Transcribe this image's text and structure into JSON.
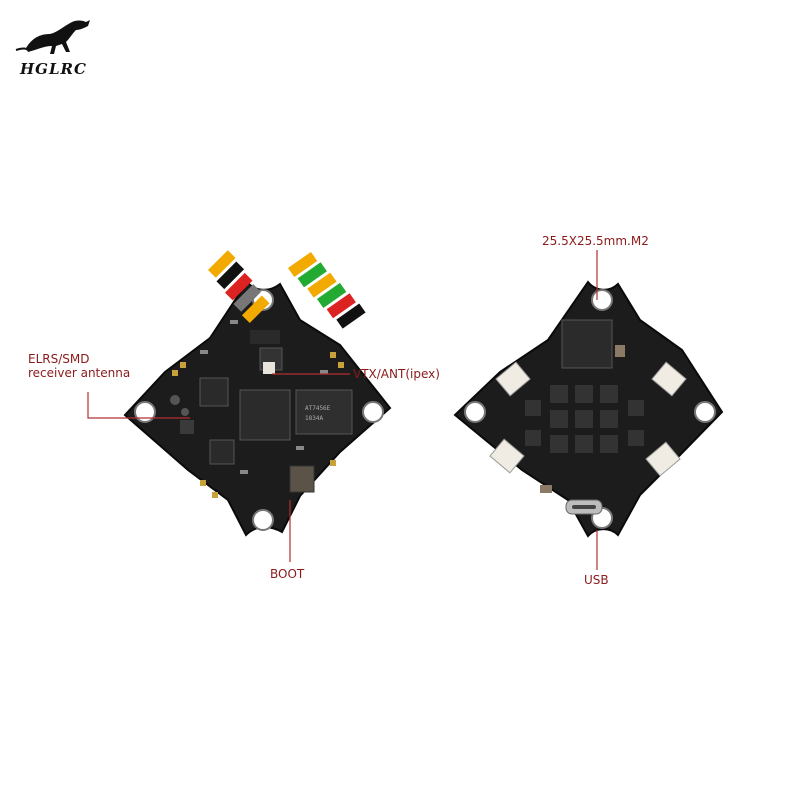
{
  "brand": {
    "logo_text": "HGLRC"
  },
  "callouts": {
    "elrs_line1": "ELRS/SMD",
    "elrs_line2": "receiver antenna",
    "vtx": "VTX/ANT(ipex)",
    "boot": "BOOT",
    "size": "25.5X25.5mm.M2",
    "usb": "USB"
  },
  "colors": {
    "callout": "#8b1a1a",
    "pcb": "#1a1a1a",
    "connector": "#f0ece4"
  },
  "icons": [
    "dinosaur-logo-icon"
  ]
}
